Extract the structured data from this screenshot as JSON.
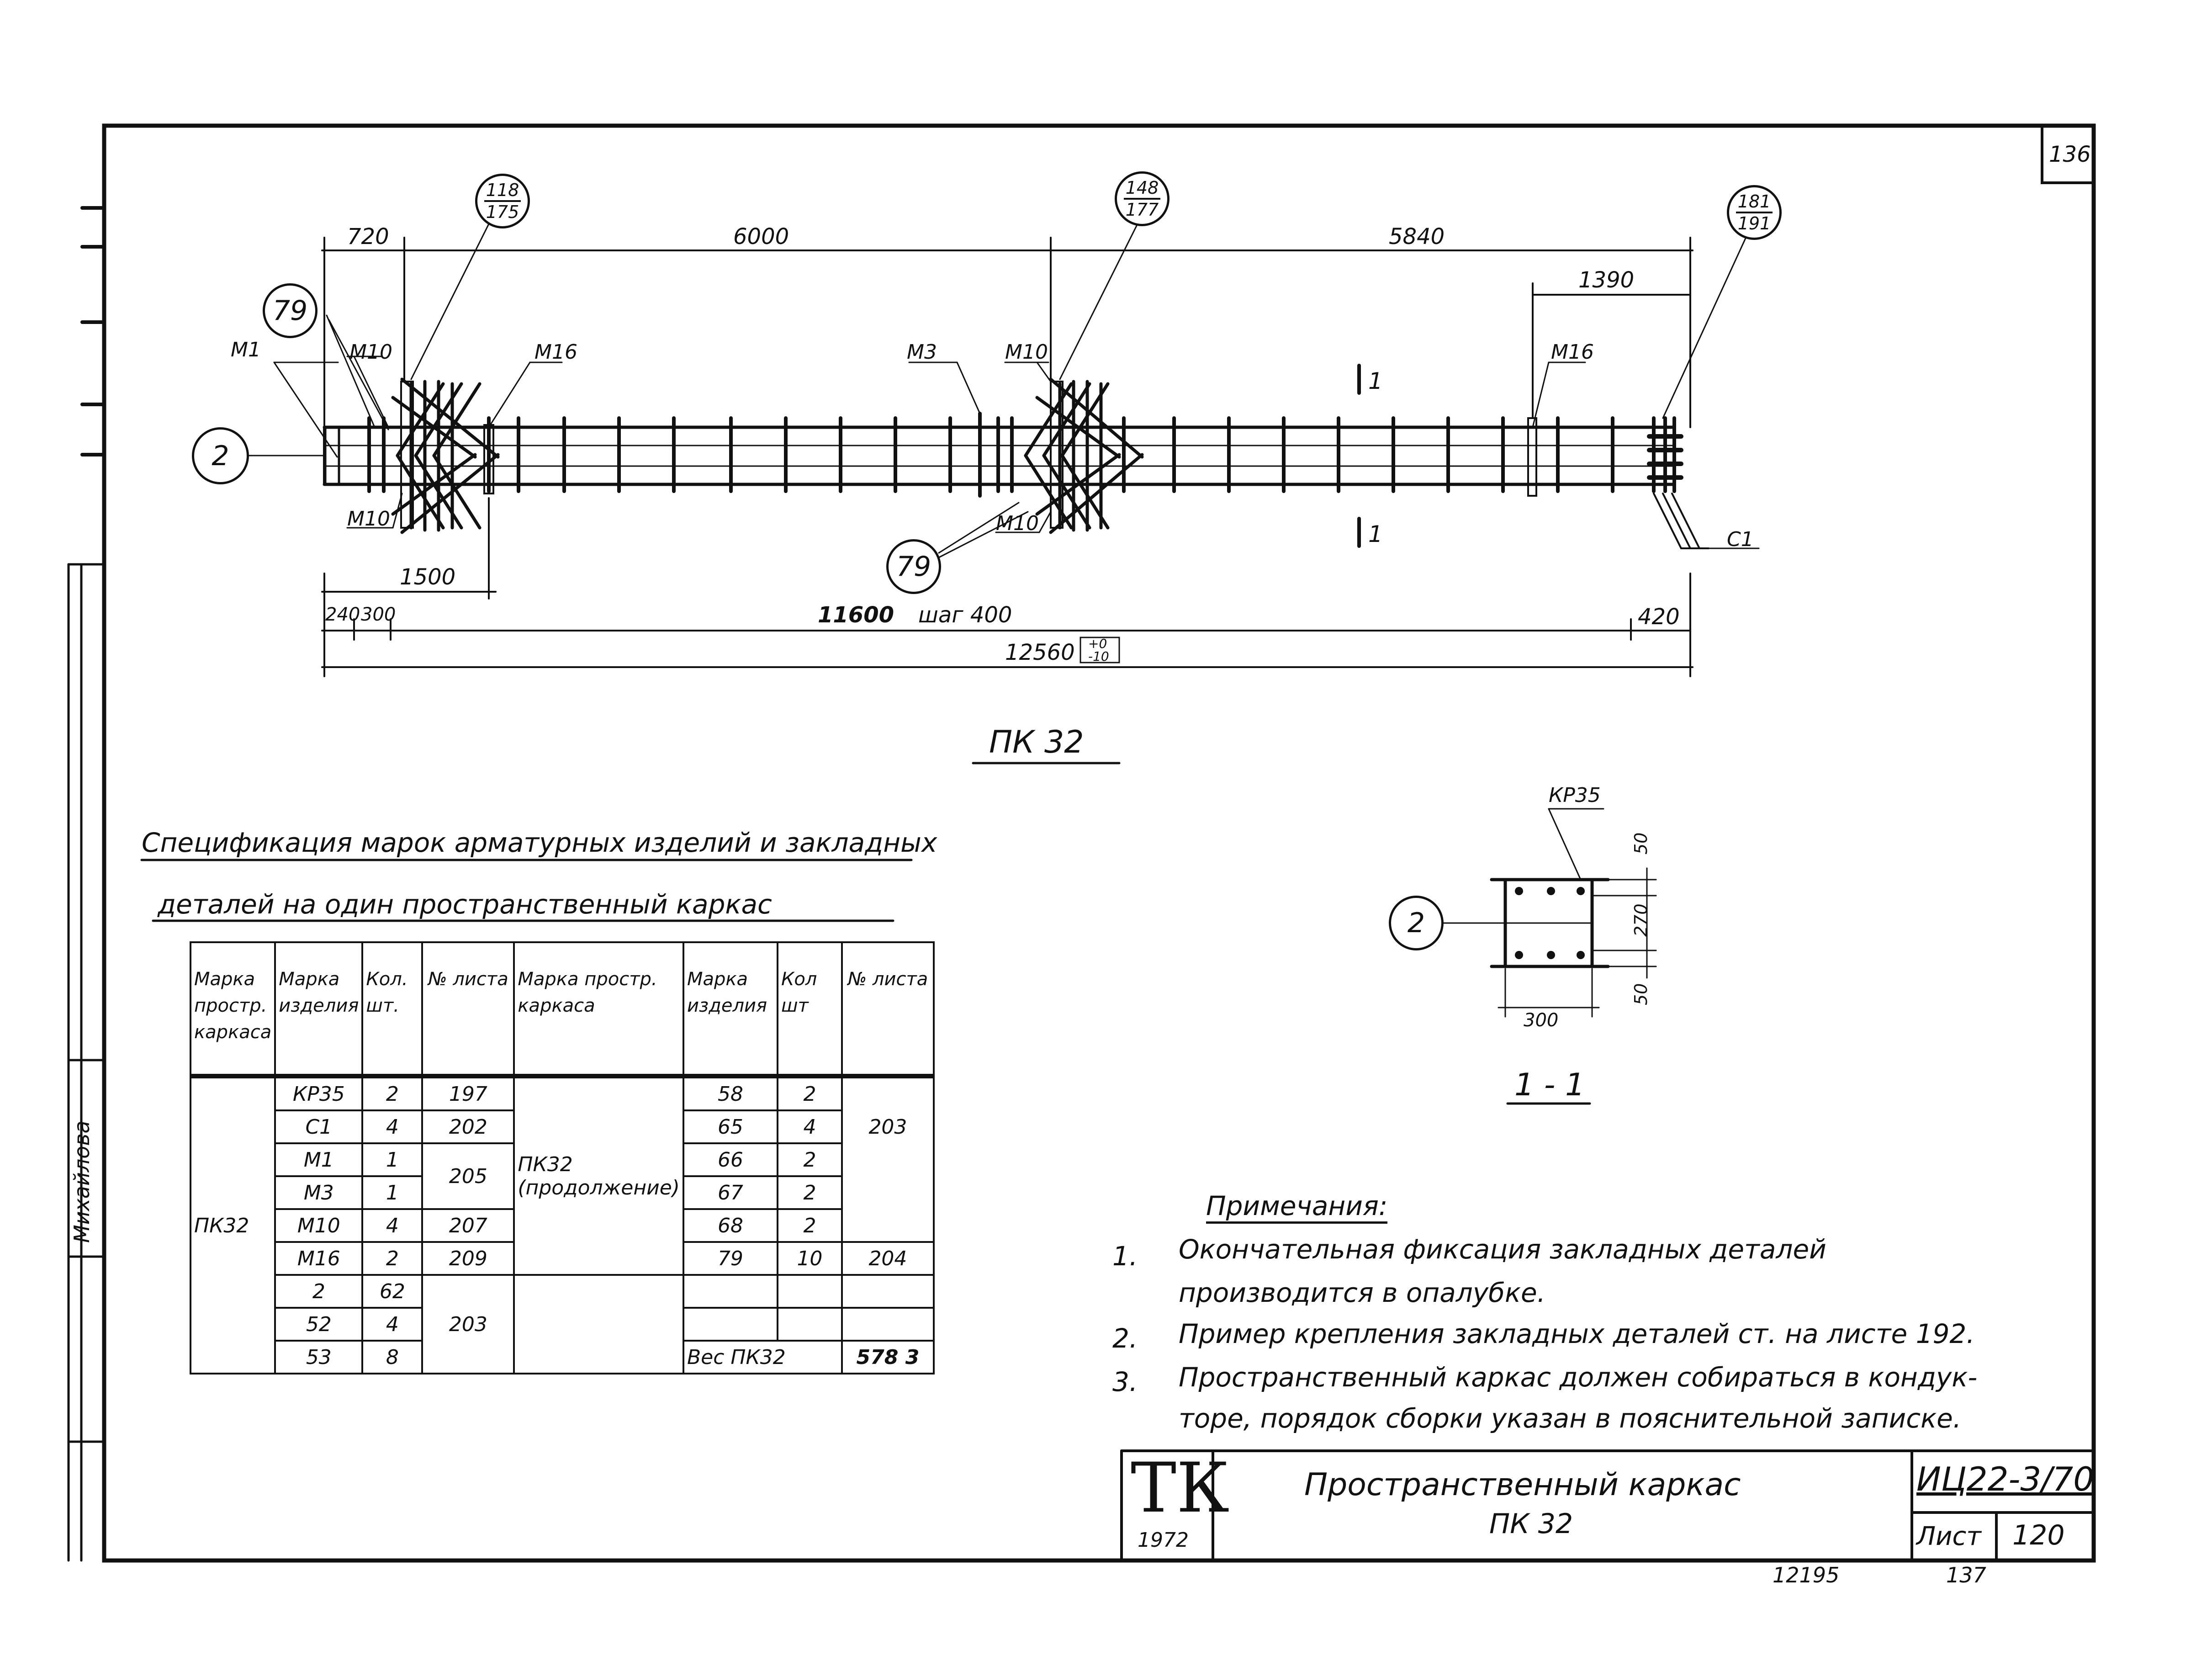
{
  "corner_page": "136",
  "drawing": {
    "title": "ПК 32",
    "dims": {
      "d720": "720",
      "d6000": "6000",
      "d5840": "5840",
      "d1390": "1390",
      "d1500": "1500",
      "d240": "240",
      "d300": "300",
      "d11600": "11600",
      "step": "шаг 400",
      "d420": "420",
      "d12560": "12560",
      "tol_plus": "+0",
      "tol_minus": "-10"
    },
    "callouts": {
      "c1": {
        "num": "118",
        "den": "175"
      },
      "c2": {
        "num": "148",
        "den": "177"
      },
      "c3": {
        "num": "181",
        "den": "191"
      },
      "pos79a": "79",
      "pos79b": "79",
      "pos2": "2"
    },
    "marks": {
      "m1": "М1",
      "m10a": "М10",
      "m16a": "М16",
      "m3": "М3",
      "m10b": "М10",
      "m16b": "М16",
      "m10c": "М10",
      "m10d": "М10",
      "c1": "С1",
      "cut1": "1",
      "cut2": "1"
    }
  },
  "section": {
    "title": "1 - 1",
    "kr": "КР35",
    "pos": "2",
    "d50a": "50",
    "d270": "270",
    "d50b": "50",
    "d300": "300"
  },
  "spec": {
    "heading1": "Спецификация марок арматурных изделий и закладных",
    "heading2": "деталей на один пространственный каркас",
    "headers": [
      "Марка простр. каркаса",
      "Марка изделия",
      "Кол. шт.",
      "№ листа",
      "Марка простр. каркаса",
      "Марка изделия",
      "Кол шт",
      "№ листа"
    ],
    "left_frame": "ПК32",
    "right_frame": "ПК32 (продолжение)",
    "left_items": [
      "КР35",
      "С1",
      "М1",
      "М3",
      "М10",
      "М16",
      "2",
      "52",
      "53"
    ],
    "left_qty": [
      "2",
      "4",
      "1",
      "1",
      "4",
      "2",
      "62",
      "4",
      "8"
    ],
    "left_sheets": [
      "197",
      "202",
      "205",
      "207",
      "209",
      "203"
    ],
    "right_items": [
      "58",
      "65",
      "66",
      "67",
      "68",
      "79"
    ],
    "right_qty": [
      "2",
      "4",
      "2",
      "2",
      "2",
      "10"
    ],
    "right_sheets": [
      "203",
      "204"
    ],
    "weight_label": "Вес ПК32",
    "weight_value": "578 3"
  },
  "notes": {
    "title": "Примечания:",
    "items": [
      {
        "n": "1.",
        "lines": [
          "Окончательная фиксация закладных деталей",
          "производится в опалубке."
        ]
      },
      {
        "n": "2.",
        "lines": [
          "Пример крепления закладных деталей ст. на листе 192."
        ]
      },
      {
        "n": "3.",
        "lines": [
          "Пространственный каркас должен собираться в кондук-",
          "торе, порядок сборки указан в пояснительной записке."
        ]
      }
    ]
  },
  "title_block": {
    "logo": "ТК",
    "year": "1972",
    "title1": "Пространственный каркас",
    "title2": "ПК 32",
    "code": "ИЦ22-3/70",
    "sheet_label": "Лист",
    "sheet_num": "120"
  },
  "margin": {
    "name": "Михайлова"
  },
  "footer": {
    "left": "12195",
    "right": "137"
  }
}
